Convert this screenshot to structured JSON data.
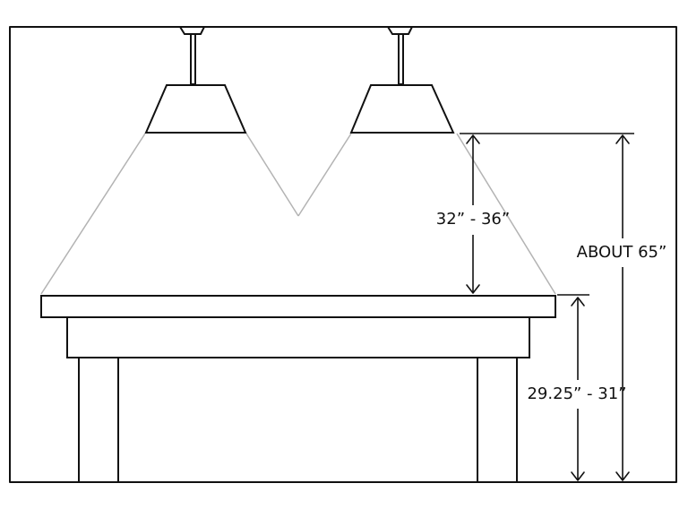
{
  "labels": {
    "lamp_height": "32” - 36”",
    "total_height": "ABOUT 65”",
    "table_height": "29.25” - 31”"
  },
  "colors": {
    "line": "#111111",
    "light": "#b3b3b3",
    "background": "#ffffff"
  }
}
